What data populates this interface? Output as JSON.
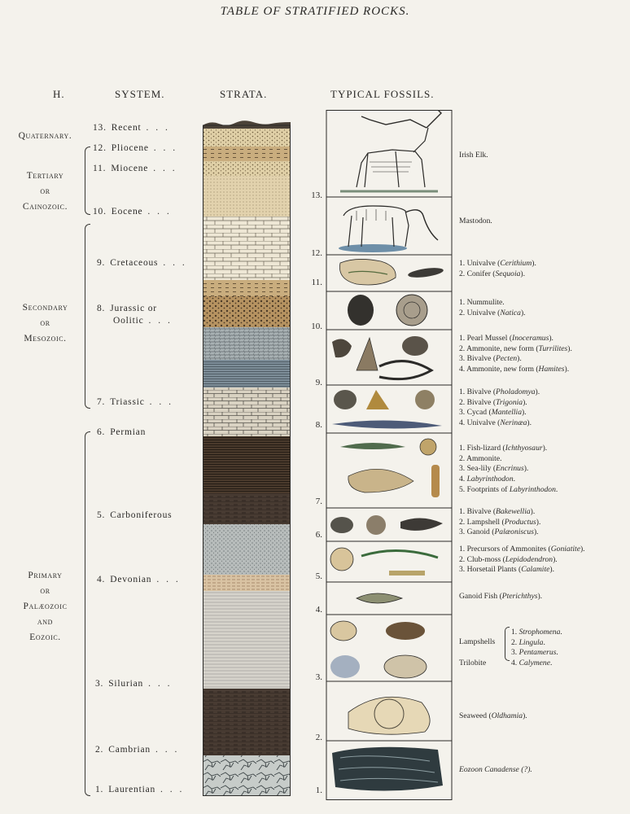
{
  "title": "TABLE OF STRATIFIED ROCKS.",
  "headers": {
    "h": "H.",
    "system": "SYSTEM.",
    "strata": "STRATA.",
    "fossils": "TYPICAL FOSSILS."
  },
  "eras": {
    "quaternary": "Quaternary.",
    "tertiary": [
      "Tertiary",
      "or",
      "Cainozoic."
    ],
    "secondary": [
      "Secondary",
      "or",
      "Mesozoic."
    ],
    "primary": [
      "Primary",
      "or",
      "Palæozoic",
      "and",
      "Eozoic."
    ]
  },
  "systems": [
    {
      "num": "13.",
      "name": "Recent"
    },
    {
      "num": "12.",
      "name": "Pliocene"
    },
    {
      "num": "11.",
      "name": "Miocene"
    },
    {
      "num": "10.",
      "name": "Eocene"
    },
    {
      "num": "9.",
      "name": "Cretaceous"
    },
    {
      "num": "8.",
      "name": "Jurassic or"
    },
    {
      "num": "",
      "name": "Oolitic"
    },
    {
      "num": "7.",
      "name": "Triassic"
    },
    {
      "num": "6.",
      "name": "Permian"
    },
    {
      "num": "5.",
      "name": "Carboniferous"
    },
    {
      "num": "4.",
      "name": "Devonian"
    },
    {
      "num": "3.",
      "name": "Silurian"
    },
    {
      "num": "2.",
      "name": "Cambrian"
    },
    {
      "num": "1.",
      "name": "Laurentian"
    }
  ],
  "dots": ". . .",
  "panel_numbers": [
    "13.",
    "12.",
    "11.",
    "10.",
    "9.",
    "8.",
    "7.",
    "6.",
    "5.",
    "4.",
    "3.",
    "2.",
    "1."
  ],
  "fossil_labels": {
    "elk": "Irish Elk.",
    "mastodon": "Mastodon.",
    "p11": [
      "1. Univalve (",
      "Cerithium",
      ").",
      "2. Conifer (",
      "Sequoia",
      ")."
    ],
    "p10": [
      "1. Nummulite.",
      "2. Univalve (",
      "Natica",
      ")."
    ],
    "p9": [
      "1. Pearl Mussel (",
      "Inoceramus",
      ").",
      "2. Ammonite, new form (",
      "Turrilites",
      ").",
      "3. Bivalve (",
      "Pecten",
      ").",
      "4. Ammonite, new form (",
      "Hamites",
      ")."
    ],
    "p8": [
      "1. Bivalve (",
      "Pholadomya",
      ").",
      "2. Bivalve (",
      "Trigonia",
      ").",
      "3. Cycad (",
      "Mantellia",
      ").",
      "4. Univalve (",
      "Nerinæa",
      ")."
    ],
    "p7": [
      "1. Fish-lizard (",
      "Ichthyosaur",
      ").",
      "2. Ammonite.",
      "3. Sea-lily (",
      "Encrinus",
      ").",
      "4. ",
      "Labyrinthodon",
      ".",
      "5. Footprints of ",
      "Labyrinthodon",
      "."
    ],
    "p6": [
      "1. Bivalve (",
      "Bakewellia",
      ").",
      "2. Lampshell (",
      "Productus",
      ").",
      "3. Ganoid (",
      "Palæoniscus",
      ")."
    ],
    "p5": [
      "1. Precursors of Ammonites (",
      "Goniatite",
      ").",
      "2. Club-moss (",
      "Lepidodendron",
      ").",
      "3. Horsetail Plants (",
      "Calamite",
      ")."
    ],
    "p4": [
      "Ganoid Fish (",
      "Pterichthys",
      ")."
    ],
    "p3": [
      "Lampshells",
      "1. ",
      "Strophomena",
      ".",
      "2. ",
      "Lingula",
      ".",
      "3. ",
      "Pentamerus",
      ".",
      "Trilobite",
      "4. ",
      "Calymene",
      "."
    ],
    "p2": [
      "Seaweed (",
      "Oldhamia",
      ")."
    ],
    "p1": [
      "Eozoon Canadense (?)."
    ]
  },
  "colors": {
    "paper": "#f4f2ec",
    "ink": "#2b2a28",
    "sand": "#d8c49a",
    "tan": "#c9ad7e",
    "grey_blue": "#9aa6ad",
    "dark_brown": "#4a3a2c",
    "slate": "#3c4a52"
  }
}
